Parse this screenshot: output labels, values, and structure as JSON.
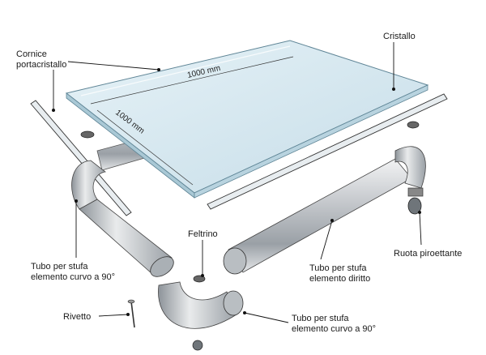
{
  "labels": {
    "cornice_l1": "Cornice",
    "cornice_l2": "portacristallo",
    "cristallo": "Cristallo",
    "dim_top": "1000 mm",
    "dim_side": "1000 mm",
    "feltrino": "Feltrino",
    "curvo_left_l1": "Tubo per stufa",
    "curvo_left_l2": "elemento curvo a 90°",
    "diritto_l1": "Tubo per stufa",
    "diritto_l2": "elemento diritto",
    "ruota": "Ruota piroettante",
    "rivetto": "Rivetto",
    "curvo_bottom_l1": "Tubo per stufa",
    "curvo_bottom_l2": "elemento curvo a 90°"
  },
  "colors": {
    "glass": "#cfe4ee",
    "glass_edge": "#7fa6b8",
    "pipe": "#c9ccd0",
    "pipe_dark": "#8d9399",
    "frame": "#dde3e8"
  }
}
